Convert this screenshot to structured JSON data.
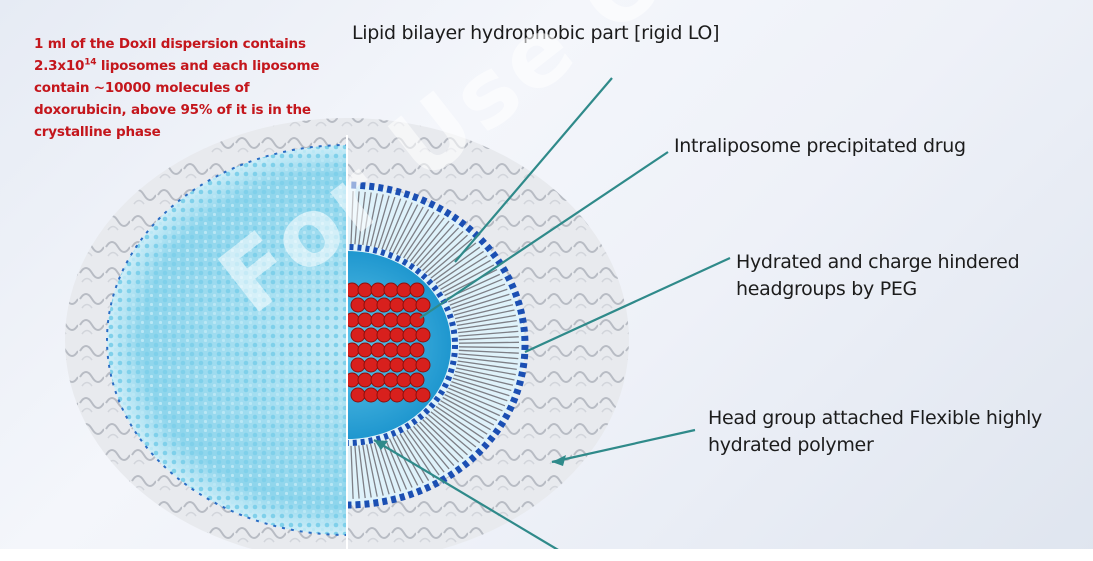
{
  "note": {
    "line1": "1 ml of the Doxil dispersion contains",
    "line2_pre": "2.3x10",
    "line2_sup": "14",
    "line2_post": " liposomes and each liposome",
    "line3": "contain ~10000 molecules of",
    "line4": "doxorubicin, above 95% of it is in the",
    "line5": "crystalline phase"
  },
  "labels": {
    "bilayer": "Lipid bilayer hydrophobic part [rigid LO]",
    "precipitated": "Intraliposome precipitated drug",
    "hydrated": "Hydrated and charge hindered headgroups by PEG",
    "headgroup": "Head group attached Flexible highly hydrated polymer"
  },
  "watermark": "For Use Only",
  "colors": {
    "note_text": "#c4161c",
    "label_text": "#1c1c1c",
    "pointer_line": "#2f8a8a",
    "drug_crystal": "#d8201d",
    "core_water": "#3fb1dc",
    "headgroup_blue": "#1b4fb3",
    "peg_cloud": "#9fdcef"
  }
}
